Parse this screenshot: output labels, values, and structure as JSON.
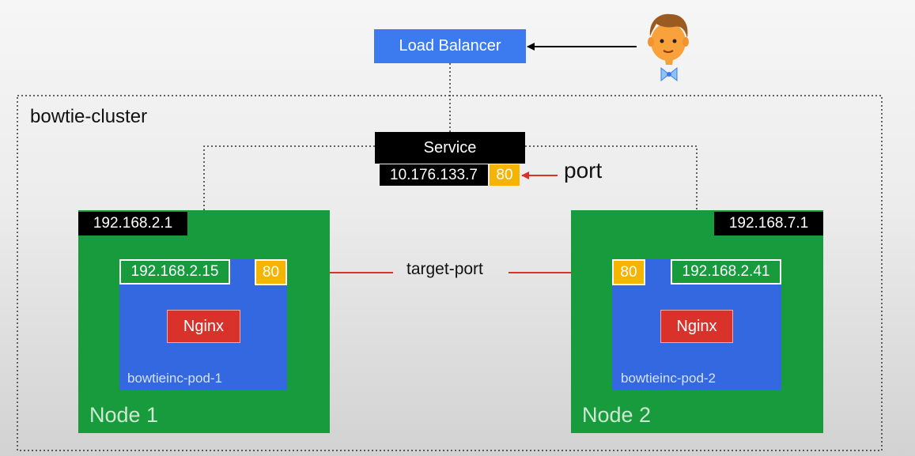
{
  "load_balancer": {
    "label": "Load Balancer"
  },
  "cluster": {
    "label": "bowtie-cluster"
  },
  "service": {
    "label": "Service",
    "ip": "10.176.133.7",
    "port": "80",
    "port_label": "port"
  },
  "target_port_label": "target-port",
  "nodes": [
    {
      "ip": "192.168.2.1",
      "name": "Node 1",
      "pod": {
        "ip": "192.168.2.15",
        "port": "80",
        "app": "Nginx",
        "name": "bowtieinc-pod-1"
      }
    },
    {
      "ip": "192.168.7.1",
      "name": "Node 2",
      "pod": {
        "ip": "192.168.2.41",
        "port": "80",
        "app": "Nginx",
        "name": "bowtieinc-pod-2"
      }
    }
  ],
  "colors": {
    "load_balancer": "#3b7bef",
    "node": "#179b3c",
    "pod": "#3468e0",
    "nginx": "#d9322b",
    "port": "#f4b400",
    "arrow": "#d9322b"
  },
  "icons": {
    "user": "user-with-bowtie-icon"
  }
}
